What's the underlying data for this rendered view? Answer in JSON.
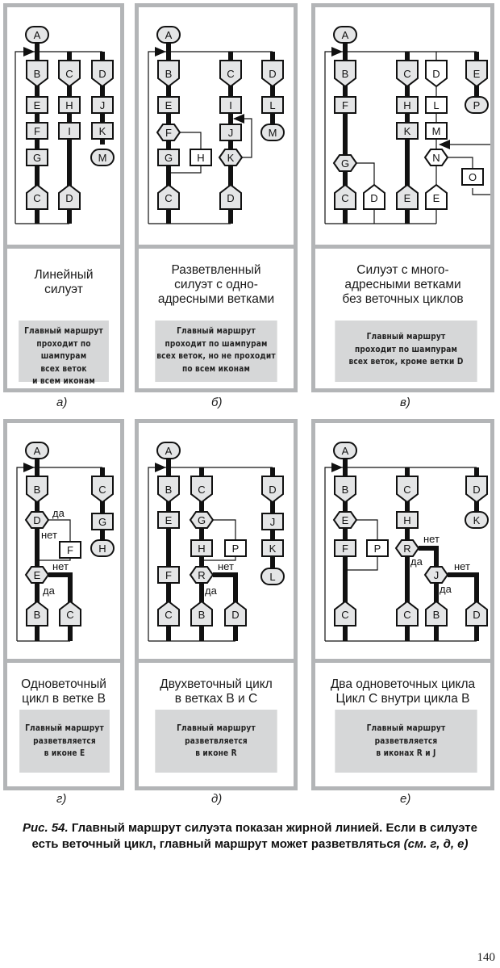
{
  "colors": {
    "frame": "#b3b5b7",
    "note_bg": "#d6d7d8",
    "node_fill": "#e4e5e6",
    "node_fill_white": "#ffffff",
    "line": "#111111"
  },
  "panels": [
    {
      "id": "a",
      "label": "а)",
      "title": [
        "Линейный",
        "силуэт"
      ],
      "note": [
        "Главный маршрут",
        "проходит по шампурам",
        "всех веток",
        "и всем иконам"
      ],
      "diagram": {
        "nodes": [
          {
            "t": "A",
            "shape": "term"
          },
          {
            "t": "B",
            "shape": "head"
          },
          {
            "t": "E",
            "shape": "box"
          },
          {
            "t": "F",
            "shape": "box"
          },
          {
            "t": "G",
            "shape": "box"
          },
          {
            "t": "C",
            "shape": "addr"
          },
          {
            "t": "C",
            "shape": "head"
          },
          {
            "t": "H",
            "shape": "box"
          },
          {
            "t": "I",
            "shape": "box"
          },
          {
            "t": "D",
            "shape": "addr"
          },
          {
            "t": "D",
            "shape": "head"
          },
          {
            "t": "J",
            "shape": "box"
          },
          {
            "t": "K",
            "shape": "box"
          },
          {
            "t": "M",
            "shape": "term"
          }
        ],
        "labels": []
      }
    },
    {
      "id": "b",
      "label": "б)",
      "title": [
        "Разветвленный",
        "силуэт с одно-",
        "адресными ветками"
      ],
      "note": [
        "Главный маршрут",
        "проходит по шампурам",
        "всех веток, но не проходит",
        "по всем иконам"
      ],
      "diagram": {
        "nodes": [
          {
            "t": "A",
            "shape": "term"
          },
          {
            "t": "B",
            "shape": "head"
          },
          {
            "t": "E",
            "shape": "box"
          },
          {
            "t": "F",
            "shape": "hex"
          },
          {
            "t": "G",
            "shape": "box"
          },
          {
            "t": "H",
            "shape": "box",
            "white": true
          },
          {
            "t": "C",
            "shape": "addr"
          },
          {
            "t": "C",
            "shape": "head"
          },
          {
            "t": "I",
            "shape": "box"
          },
          {
            "t": "J",
            "shape": "box"
          },
          {
            "t": "K",
            "shape": "hex"
          },
          {
            "t": "D",
            "shape": "addr"
          },
          {
            "t": "D",
            "shape": "head"
          },
          {
            "t": "L",
            "shape": "box"
          },
          {
            "t": "M",
            "shape": "term"
          }
        ],
        "labels": []
      }
    },
    {
      "id": "c",
      "label": "в)",
      "title": [
        "Силуэт с много-",
        "адресными ветками",
        "без веточных циклов"
      ],
      "note": [
        "Главный маршрут",
        "проходит по шампурам",
        "всех веток,  кроме ветки D"
      ],
      "diagram": {
        "nodes": [
          {
            "t": "A",
            "shape": "term"
          },
          {
            "t": "B",
            "shape": "head"
          },
          {
            "t": "F",
            "shape": "box"
          },
          {
            "t": "G",
            "shape": "hex"
          },
          {
            "t": "C",
            "shape": "addr"
          },
          {
            "t": "D",
            "shape": "addr",
            "white": true
          },
          {
            "t": "C",
            "shape": "head"
          },
          {
            "t": "H",
            "shape": "box"
          },
          {
            "t": "K",
            "shape": "box"
          },
          {
            "t": "E",
            "shape": "addr"
          },
          {
            "t": "D",
            "shape": "head",
            "white": true
          },
          {
            "t": "L",
            "shape": "box",
            "white": true
          },
          {
            "t": "M",
            "shape": "box",
            "white": true
          },
          {
            "t": "N",
            "shape": "hex",
            "white": true
          },
          {
            "t": "O",
            "shape": "box",
            "white": true
          },
          {
            "t": "E",
            "shape": "addr",
            "white": true
          },
          {
            "t": "E",
            "shape": "head"
          },
          {
            "t": "P",
            "shape": "term"
          }
        ],
        "labels": []
      }
    },
    {
      "id": "d",
      "label": "г)",
      "title": [
        "Одноветочный",
        "цикл в ветке B"
      ],
      "note": [
        "Главный маршрут",
        "разветвляется",
        "в иконе E"
      ],
      "diagram": {
        "nodes": [
          {
            "t": "A",
            "shape": "term"
          },
          {
            "t": "B",
            "shape": "head"
          },
          {
            "t": "D",
            "shape": "hex"
          },
          {
            "t": "F",
            "shape": "box",
            "white": true
          },
          {
            "t": "E",
            "shape": "hex"
          },
          {
            "t": "B",
            "shape": "addr"
          },
          {
            "t": "C",
            "shape": "addr"
          },
          {
            "t": "C",
            "shape": "head"
          },
          {
            "t": "G",
            "shape": "box"
          },
          {
            "t": "H",
            "shape": "term"
          }
        ],
        "labels": [
          "да",
          "нет",
          "нет",
          "да"
        ]
      }
    },
    {
      "id": "e",
      "label": "д)",
      "title": [
        "Двухветочный цикл",
        "в ветках B и C"
      ],
      "note": [
        "Главный маршрут",
        "разветвляется",
        "в иконе R"
      ],
      "diagram": {
        "nodes": [
          {
            "t": "A",
            "shape": "term"
          },
          {
            "t": "B",
            "shape": "head"
          },
          {
            "t": "E",
            "shape": "box"
          },
          {
            "t": "F",
            "shape": "box"
          },
          {
            "t": "C",
            "shape": "addr"
          },
          {
            "t": "C",
            "shape": "head"
          },
          {
            "t": "G",
            "shape": "hex"
          },
          {
            "t": "H",
            "shape": "box"
          },
          {
            "t": "P",
            "shape": "box",
            "white": true
          },
          {
            "t": "R",
            "shape": "hex"
          },
          {
            "t": "B",
            "shape": "addr"
          },
          {
            "t": "D",
            "shape": "addr"
          },
          {
            "t": "D",
            "shape": "head"
          },
          {
            "t": "J",
            "shape": "box"
          },
          {
            "t": "K",
            "shape": "box"
          },
          {
            "t": "L",
            "shape": "term"
          }
        ],
        "labels": [
          "нет",
          "да"
        ]
      }
    },
    {
      "id": "f",
      "label": "е)",
      "title": [
        "Два одноветочных цикла",
        "Цикл C внутри цикла B"
      ],
      "note": [
        "Главный маршрут",
        "разветвляется",
        "в иконах R и J"
      ],
      "diagram": {
        "nodes": [
          {
            "t": "A",
            "shape": "term"
          },
          {
            "t": "B",
            "shape": "head"
          },
          {
            "t": "E",
            "shape": "hex"
          },
          {
            "t": "F",
            "shape": "box"
          },
          {
            "t": "P",
            "shape": "box",
            "white": true
          },
          {
            "t": "C",
            "shape": "addr"
          },
          {
            "t": "C",
            "shape": "head"
          },
          {
            "t": "H",
            "shape": "box"
          },
          {
            "t": "R",
            "shape": "hex"
          },
          {
            "t": "J",
            "shape": "hex"
          },
          {
            "t": "C",
            "shape": "addr"
          },
          {
            "t": "B",
            "shape": "addr"
          },
          {
            "t": "D",
            "shape": "addr"
          },
          {
            "t": "D",
            "shape": "head"
          },
          {
            "t": "K",
            "shape": "term"
          }
        ],
        "labels": [
          "нет",
          "да",
          "нет",
          "да"
        ]
      }
    }
  ],
  "caption": {
    "prefix": "Рис. 54.",
    "text1": " Главный маршрут силуэта показан жирной линией. Если в силуэте",
    "text2": "есть веточный цикл, главный маршрут может разветвляться ",
    "ref": "(см. г, д, е)"
  },
  "page_number": "140"
}
